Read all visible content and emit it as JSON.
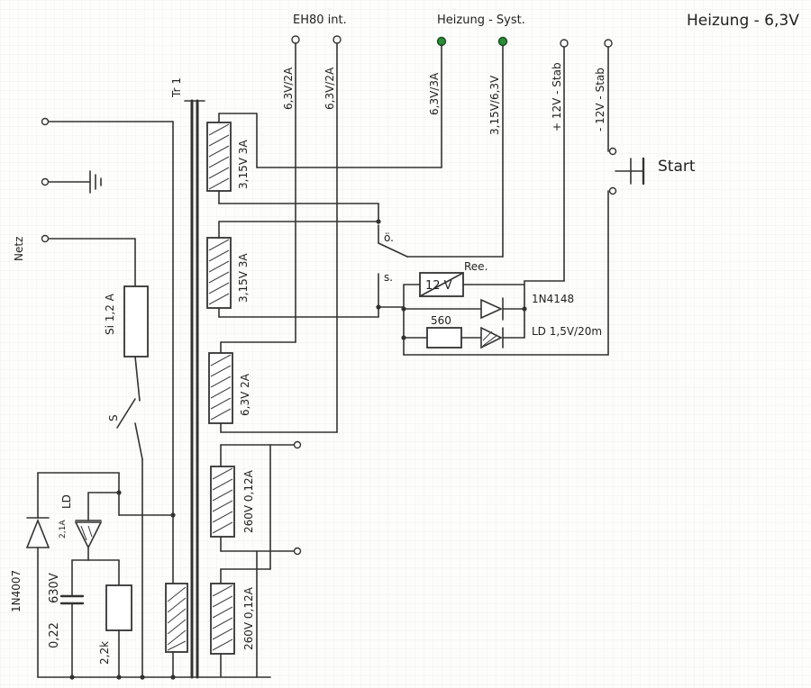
{
  "title": "Heizung - 6,3V",
  "mains": {
    "label": "Netz"
  },
  "fuse": {
    "label": "Si 1,2 A"
  },
  "switch": {
    "label": "S"
  },
  "transformer": {
    "label": "Tr 1"
  },
  "top_groups": {
    "eh80": "EH80 int.",
    "heizung": "Heizung - Syst."
  },
  "terminals": [
    "6,3V/2A",
    "6,3V/2A",
    "6,3V/3A",
    "3,15V/6,3V",
    "+ 12V - Stab",
    "- 12V - Stab"
  ],
  "windings": [
    "3,15V 3A",
    "3,15V 3A",
    "6,3V 2A",
    "260V 0,12A",
    "260V 0,12A"
  ],
  "relay": {
    "label": "Ree.",
    "coil": "12 V",
    "contact_open": "ö.",
    "contact_closed": "s."
  },
  "diode_1": "1N4148",
  "led_resistor": "560",
  "led": "LD 1,5V/20m",
  "start_button": "Start",
  "lower_left": {
    "led_label": "LD",
    "led_spec": "2,1A",
    "diode": "1N4007",
    "capacitor_voltage": "630V",
    "capacitor_value": "0,22",
    "resistor": "2,2k"
  },
  "colors": {
    "terminal_green": "#2d8a3a",
    "ink": "#333333",
    "paper": "#fdfdfb"
  }
}
